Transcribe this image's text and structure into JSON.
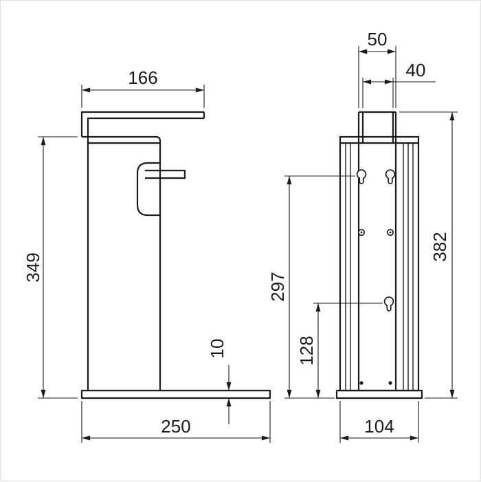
{
  "page": {
    "background": "#ffffff",
    "frame_border": "#dcdcdc"
  },
  "drawing": {
    "description": "Two-view dimensioned technical drawing of a dispenser stand (side view and rear mounting view)",
    "line_color": "#1b1b1b",
    "views": {
      "side": {
        "dims": {
          "top_arm_length": "166",
          "body_height": "349",
          "base_plate_thickness": "10",
          "base_plate_depth": "250"
        }
      },
      "front": {
        "dims": {
          "bracket_outer_width": "50",
          "bracket_inner_width": "40",
          "overall_height": "382",
          "upper_holes_height": "297",
          "lower_hole_height": "128",
          "body_width": "104"
        }
      }
    }
  }
}
